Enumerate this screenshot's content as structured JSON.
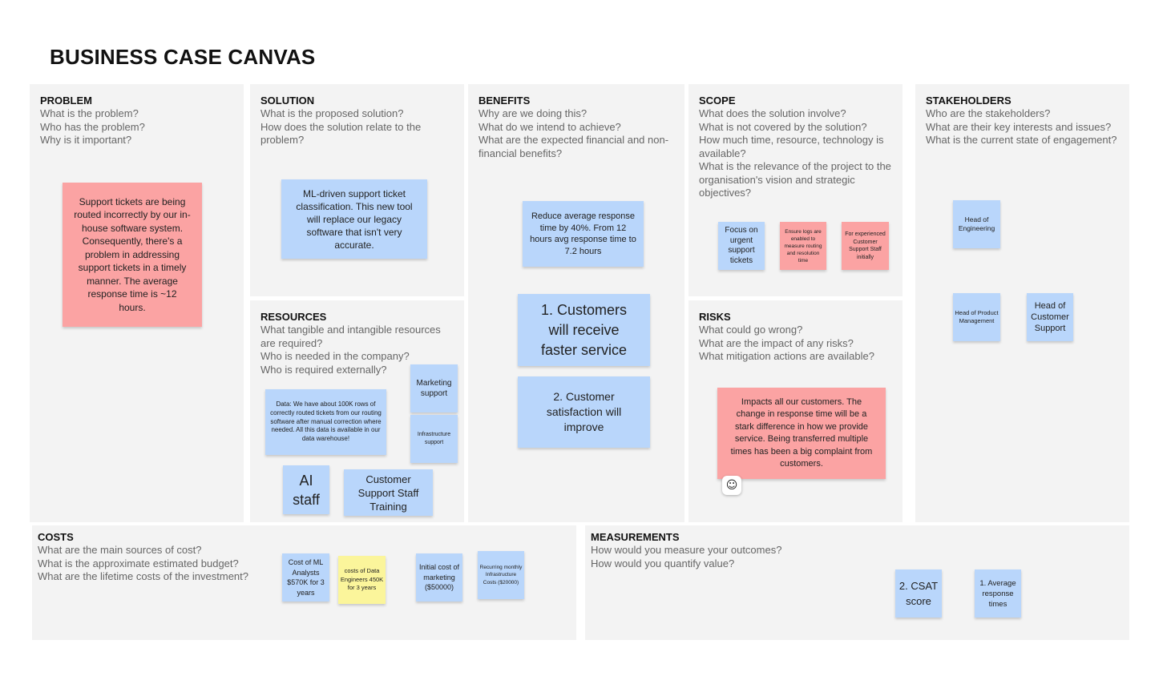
{
  "title": "BUSINESS CASE CANVAS",
  "panels": {
    "problem": {
      "title": "PROBLEM",
      "questions": "What is the problem?\nWho has the problem?\nWhy is it important?"
    },
    "solution": {
      "title": "SOLUTION",
      "questions": "What is the proposed solution?\nHow does the solution relate to the problem?"
    },
    "benefits": {
      "title": "BENEFITS",
      "questions": "Why are we doing this?\nWhat do we intend to achieve?\nWhat are the expected financial and non-financial benefits?"
    },
    "scope": {
      "title": "SCOPE",
      "questions": "What does the solution involve?\nWhat is not covered by the solution?\nHow much time, resource, technology is available?\nWhat is the relevance of the project to the organisation's vision and strategic objectives?"
    },
    "stakeholders": {
      "title": "STAKEHOLDERS",
      "questions": "Who are the stakeholders?\nWhat are their key interests and issues?\nWhat is the current state of engagement?"
    },
    "resources": {
      "title": "RESOURCES",
      "questions": "What tangible and intangible resources are required?\nWho is needed in the company?\nWho is required externally?"
    },
    "risks": {
      "title": "RISKS",
      "questions": "What could go wrong?\nWhat are the impact of any risks?\nWhat mitigation actions are available?"
    },
    "costs": {
      "title": "COSTS",
      "questions": "What are the main sources of cost?\nWhat is the approximate estimated budget?\nWhat are the lifetime costs of the investment?"
    },
    "measurements": {
      "title": "MEASUREMENTS",
      "questions": "How would you measure your outcomes?\nHow would you quantify value?"
    }
  },
  "notes": {
    "problem_main": "Support tickets are being routed incorrectly by our in-house software system. Consequently, there's a problem in addressing support tickets in a timely manner. The average response time is ~12 hours.",
    "solution_main": "ML-driven support ticket classification. This new tool will replace our legacy software that isn't very accurate.",
    "benefits_reduce": "Reduce average response time by 40%. From 12 hours avg response time to 7.2 hours",
    "benefits_customers": "1. Customers will receive faster service",
    "benefits_satisfaction": "2. Customer satisfaction will improve",
    "scope_focus": "Focus on urgent support tickets",
    "scope_logs": "Ensure logs are enabled to measure routing and resolution time",
    "scope_experienced": "For experienced Customer Support Staff initially",
    "stakeholder_engineering": "Head of Engineering",
    "stakeholder_product": "Head of Product Management",
    "stakeholder_support": "Head of Customer Support",
    "resources_marketing": "Marketing support",
    "resources_data": "Data: We have about 100K rows of correctly routed tickets from our routing software after manual correction where needed. All this data is available in our data warehouse!",
    "resources_infra": "Infrastructure support",
    "resources_ai": "AI staff",
    "resources_training": "Customer Support Staff Training",
    "risks_impact": "Impacts all our customers. The change in response time will be a stark difference in how we provide service. Being transferred multiple times has been a big complaint from customers.",
    "costs_ml": "Cost of ML Analysts $570K for 3 years",
    "costs_data_eng": "costs of Data Engineers 450K for 3 years",
    "costs_marketing": "Initial cost of marketing ($50000)",
    "costs_infra": "Recurring monthly Infrastructure Costs ($20000)",
    "measure_csat": "2. CSAT score",
    "measure_response": "1. Average response times"
  },
  "reaction_icon": "add-reaction-icon",
  "colors": {
    "blue_note": "#b9d6fb",
    "red_note": "#fba3a3",
    "yellow_note": "#fbf59b",
    "panel_bg": "#f3f3f3"
  }
}
